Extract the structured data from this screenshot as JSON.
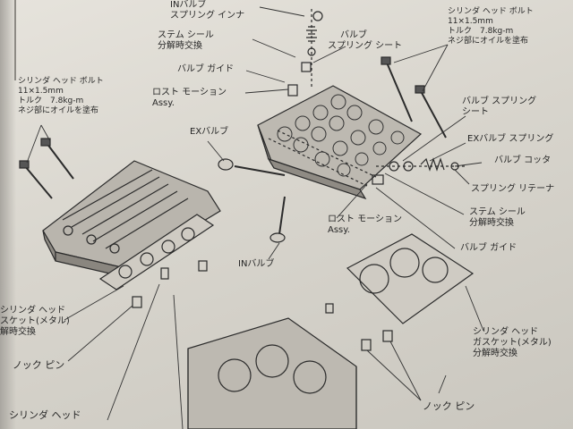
{
  "labels": {
    "in_spring_inner": [
      "INバルブ",
      "スプリング インナ"
    ],
    "stem_seal_top": [
      "ステム シール",
      "分解時交換"
    ],
    "valve_spring_seat_top": [
      "バルブ",
      "スプリング シート"
    ],
    "valve_guide_top": "バルブ ガイド",
    "lost_motion_top": [
      "ロスト モーション",
      "Assy."
    ],
    "head_bolt_right": [
      "シリンダ ヘッド ボルト",
      "11×1.5mm",
      "トルク　7.8kg-m",
      "ネジ部にオイルを塗布"
    ],
    "head_bolt_left": [
      "シリンダ ヘッド ボルト",
      "11×1.5mm",
      "トルク　7.8kg-m",
      "ネジ部にオイルを塗布"
    ],
    "valve_spring_seat_right": [
      "バルブ スプリング",
      "シート"
    ],
    "ex_valve_spring": "EXバルブ スプリング",
    "ex_valve": "EXバルブ",
    "valve_cotter": "バルブ コッタ",
    "spring_retainer": "スプリング リテーナ",
    "stem_seal_right": [
      "ステム シール",
      "分解時交換"
    ],
    "lost_motion_bottom": [
      "ロスト モーション",
      "Assy."
    ],
    "valve_guide_right": "バルブ ガイド",
    "in_valve": "INバルブ",
    "head_gasket_right": [
      "シリンダ ヘッド",
      "ガスケット(メタル)",
      "分解時交換"
    ],
    "head_gasket_left": [
      "シリンダ ヘッド",
      "スケット(メタル)",
      "解時交換"
    ],
    "knock_pin_left": "ノック ピン",
    "knock_pin_right": "ノック ピン",
    "cylinder_head": "シリンダ ヘッド"
  },
  "colors": {
    "paper": "#dedbd4",
    "ink": "#262626"
  }
}
